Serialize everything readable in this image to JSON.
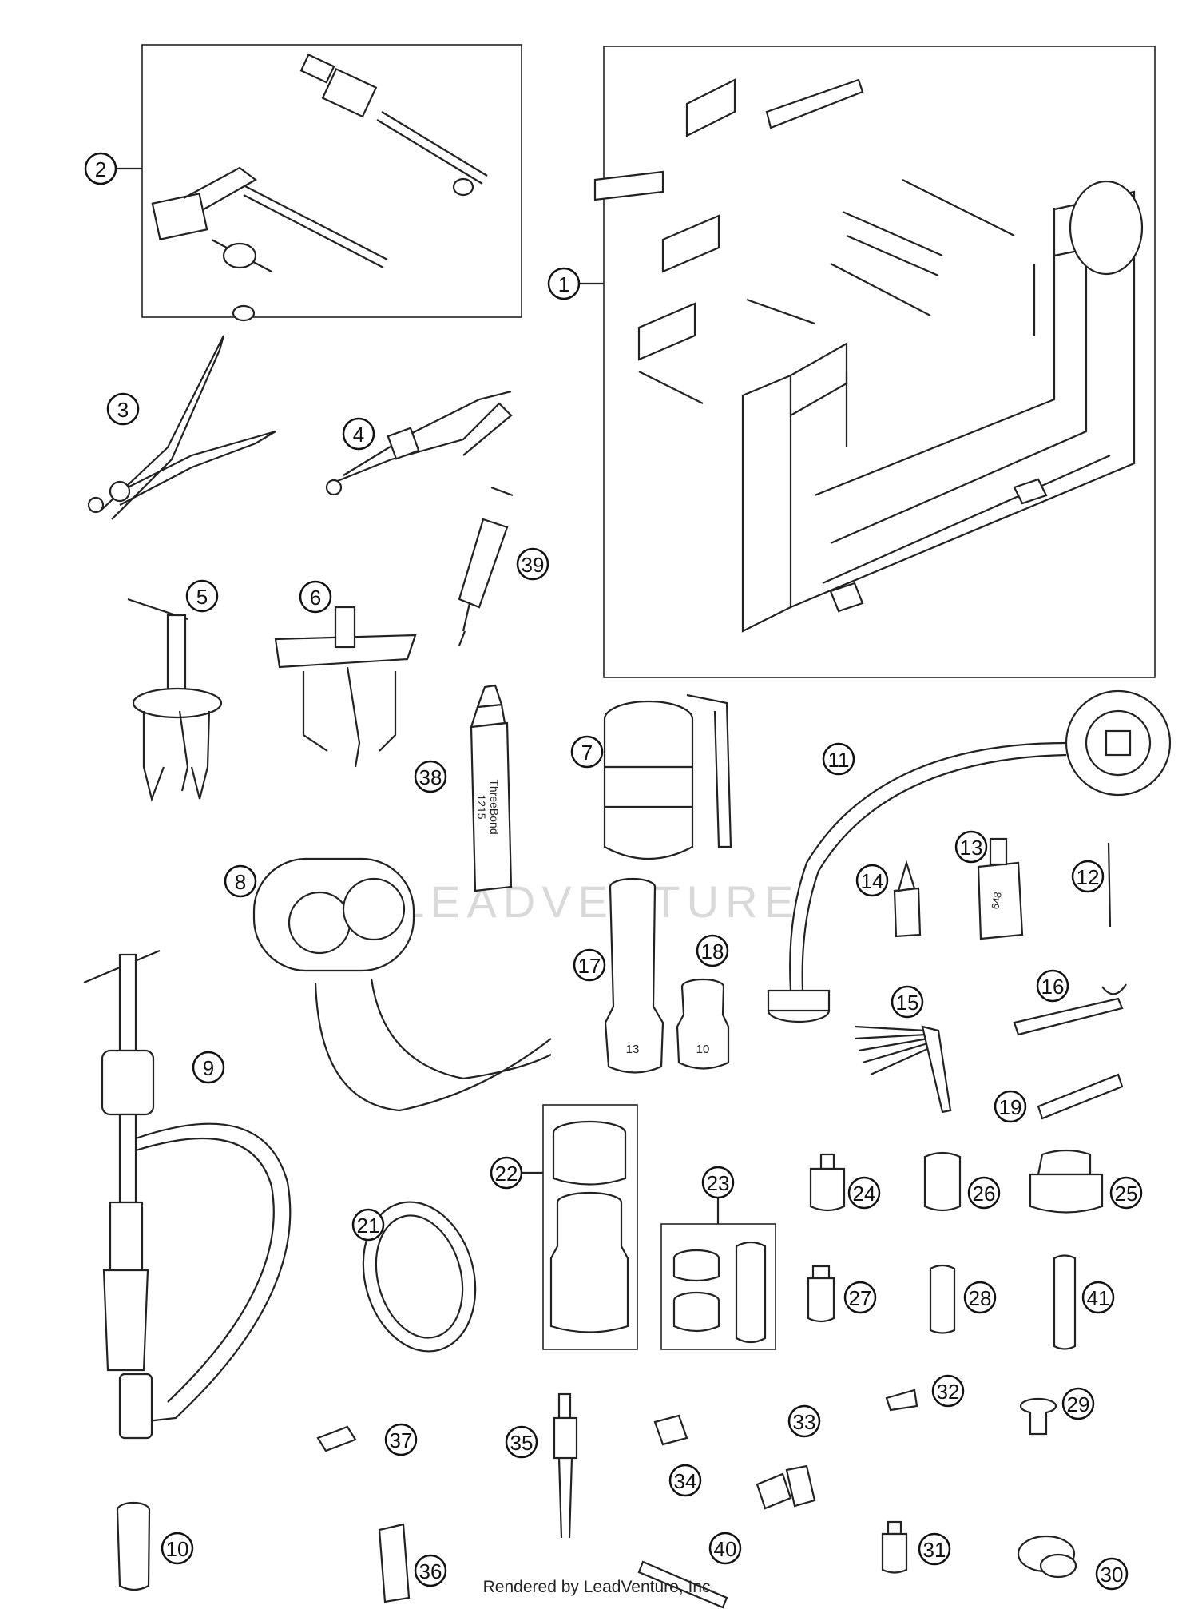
{
  "watermark": "LEADVENTURE",
  "footer": "Rendered by LeadVenture, Inc.",
  "callouts": [
    {
      "id": "1",
      "label": "1"
    },
    {
      "id": "2",
      "label": "2"
    },
    {
      "id": "3",
      "label": "3"
    },
    {
      "id": "4",
      "label": "4"
    },
    {
      "id": "5",
      "label": "5"
    },
    {
      "id": "6",
      "label": "6"
    },
    {
      "id": "7",
      "label": "7"
    },
    {
      "id": "8",
      "label": "8"
    },
    {
      "id": "9",
      "label": "9"
    },
    {
      "id": "10",
      "label": "10"
    },
    {
      "id": "11",
      "label": "11"
    },
    {
      "id": "12",
      "label": "12"
    },
    {
      "id": "13",
      "label": "13"
    },
    {
      "id": "14",
      "label": "14"
    },
    {
      "id": "15",
      "label": "15"
    },
    {
      "id": "16",
      "label": "16"
    },
    {
      "id": "17",
      "label": "17"
    },
    {
      "id": "18",
      "label": "18"
    },
    {
      "id": "19",
      "label": "19"
    },
    {
      "id": "21",
      "label": "21"
    },
    {
      "id": "22",
      "label": "22"
    },
    {
      "id": "23",
      "label": "23"
    },
    {
      "id": "24",
      "label": "24"
    },
    {
      "id": "25",
      "label": "25"
    },
    {
      "id": "26",
      "label": "26"
    },
    {
      "id": "27",
      "label": "27"
    },
    {
      "id": "28",
      "label": "28"
    },
    {
      "id": "29",
      "label": "29"
    },
    {
      "id": "30",
      "label": "30"
    },
    {
      "id": "31",
      "label": "31"
    },
    {
      "id": "32",
      "label": "32"
    },
    {
      "id": "33",
      "label": "33"
    },
    {
      "id": "34",
      "label": "34"
    },
    {
      "id": "35",
      "label": "35"
    },
    {
      "id": "36",
      "label": "36"
    },
    {
      "id": "37",
      "label": "37"
    },
    {
      "id": "38",
      "label": "38"
    },
    {
      "id": "39",
      "label": "39"
    },
    {
      "id": "40",
      "label": "40"
    },
    {
      "id": "41",
      "label": "41"
    }
  ],
  "socket_labels": {
    "s17": "13",
    "s18": "10"
  },
  "tube_text": {
    "brand": "ThreeBond",
    "code": "1215"
  },
  "bottle_text": "648"
}
